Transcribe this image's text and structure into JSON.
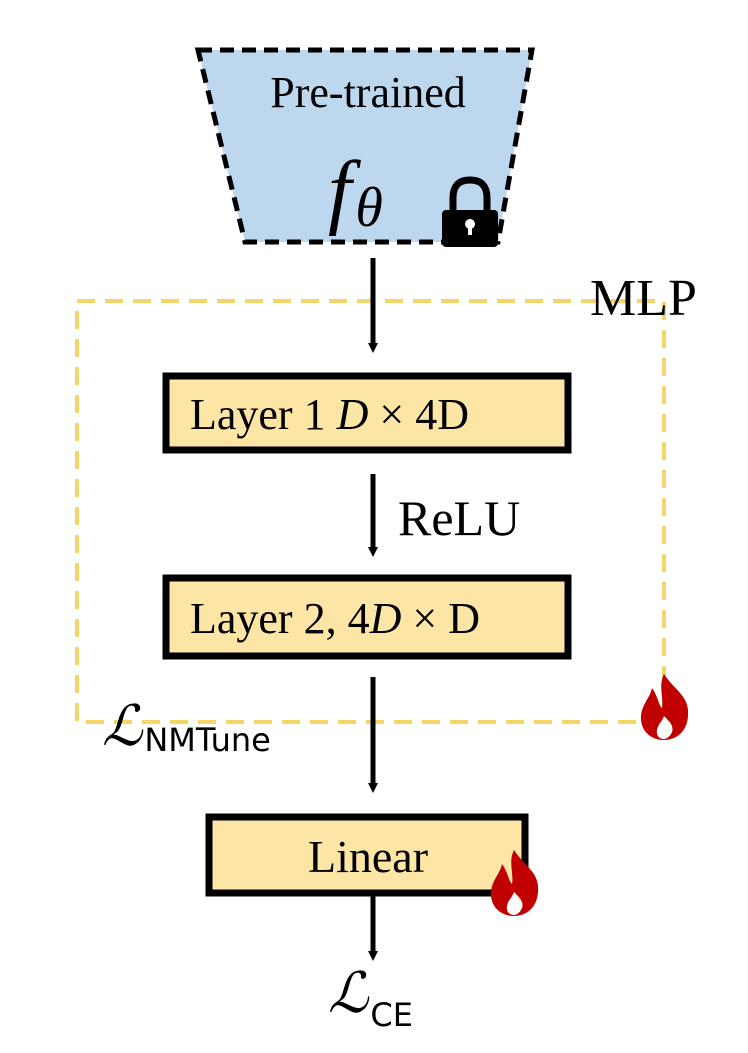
{
  "encoder": {
    "label": "Pre-trained",
    "symbol": "f",
    "symbol_sub": "θ",
    "fill": "#bdd7ee"
  },
  "mlp": {
    "label": "MLP",
    "border_color": "#f5d56a",
    "layer1": {
      "prefix": "Layer 1 ",
      "dim_a": "D",
      "times": " × ",
      "dim_b": " 4D"
    },
    "activation": "ReLU",
    "layer2": {
      "prefix": "Layer 2, 4",
      "dim_a": "D",
      "times": " × ",
      "dim_b": " D"
    },
    "layer_fill": "#fce5a5"
  },
  "loss_nmtune": {
    "symbol": "ℒ",
    "sub": "NMTune"
  },
  "linear": {
    "label": "Linear"
  },
  "loss_ce": {
    "symbol": "ℒ",
    "sub": "CE"
  },
  "colors": {
    "flame": "#c00000",
    "stroke": "#000000"
  },
  "icons": [
    "lock-icon",
    "flame-icon"
  ]
}
